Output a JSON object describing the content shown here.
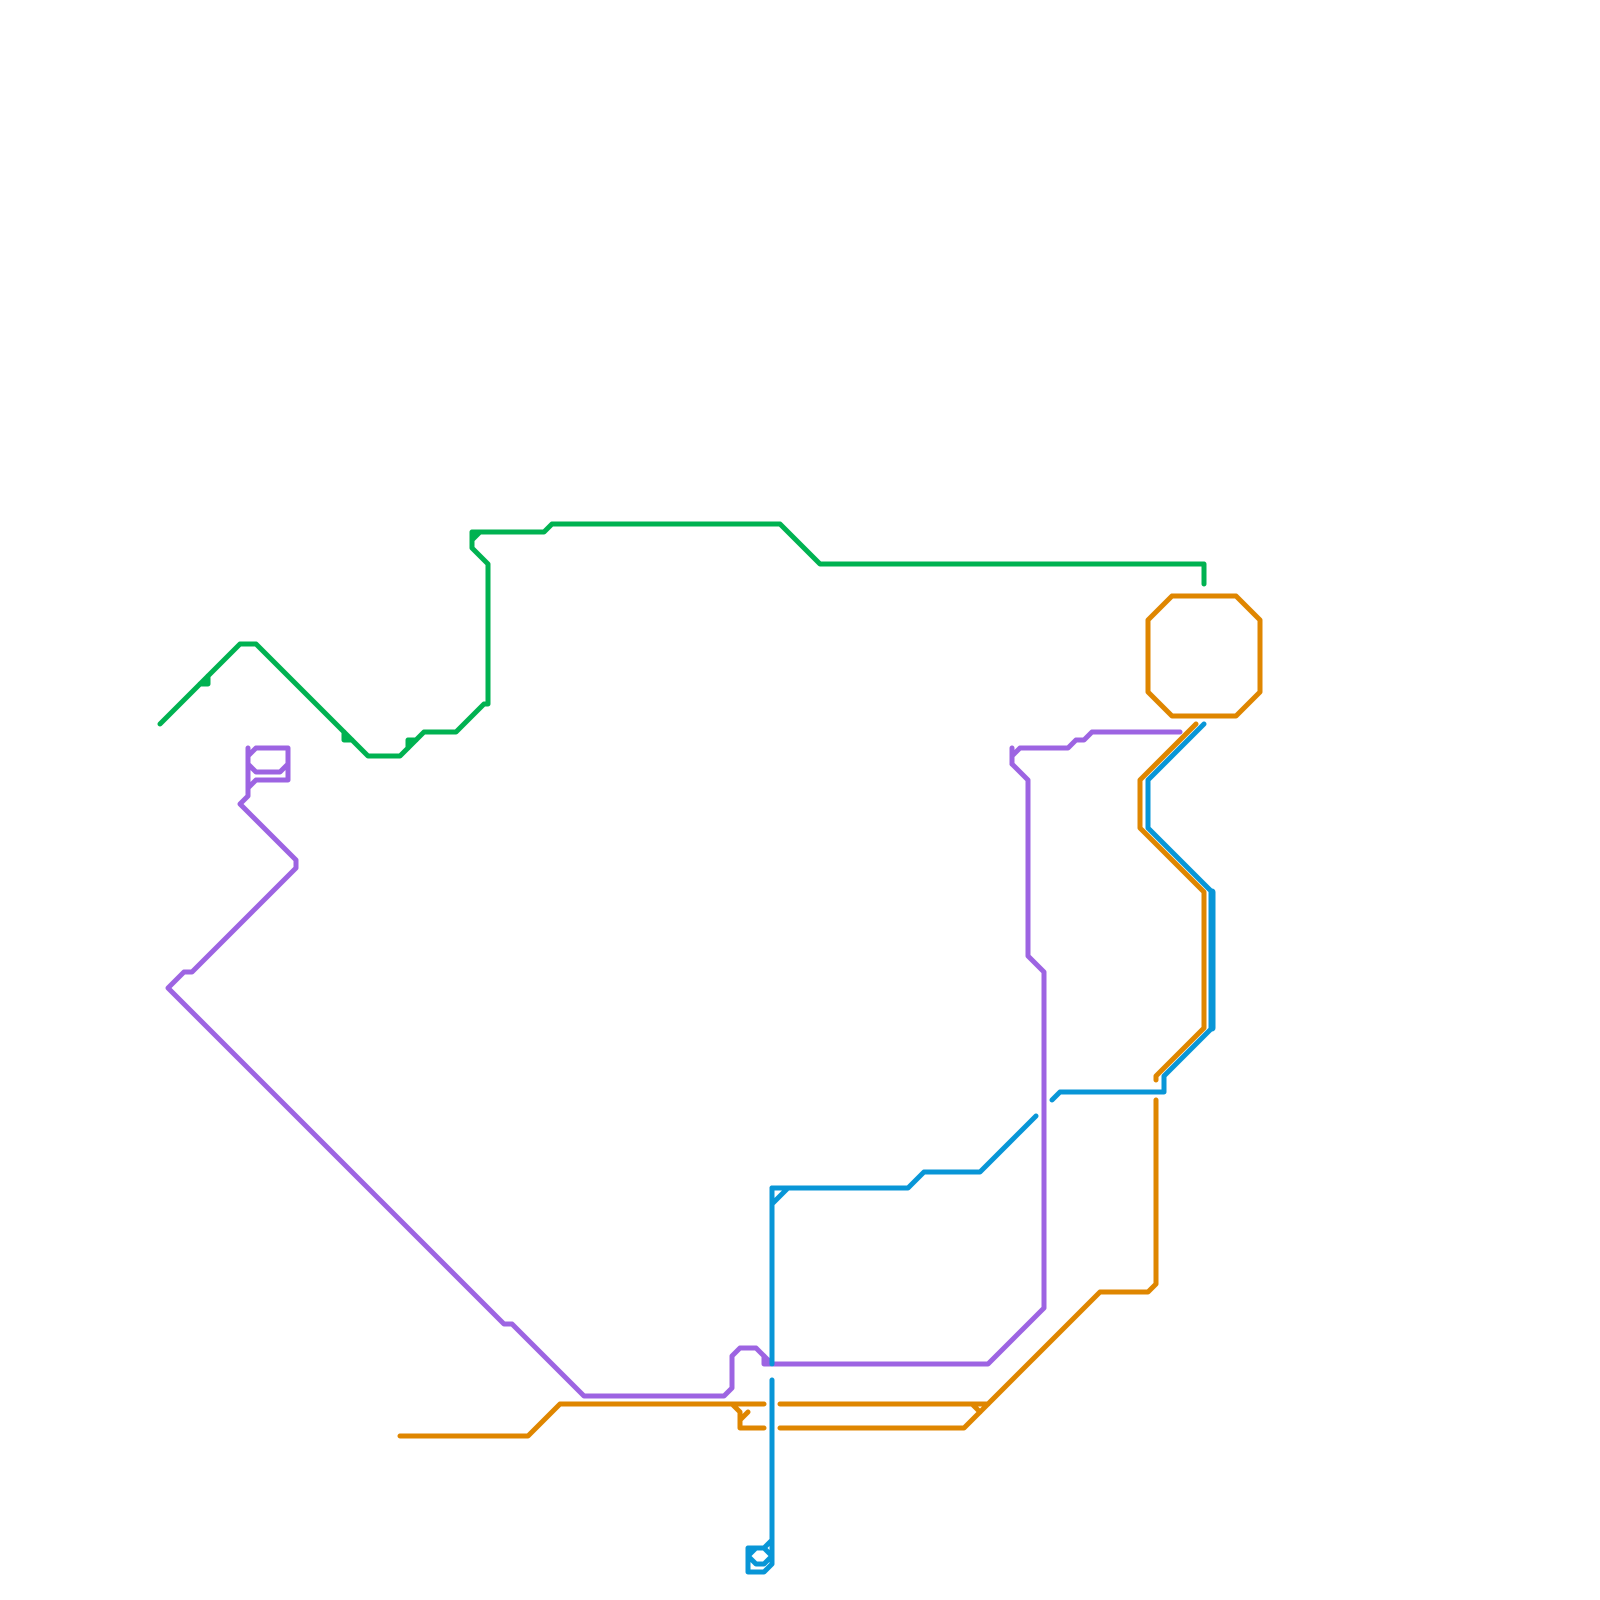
{
  "diagram": {
    "type": "transit-line-map",
    "lines": [
      {
        "id": "green",
        "color": "#00b251"
      },
      {
        "id": "purple",
        "color": "#9d64e2"
      },
      {
        "id": "orange",
        "color": "#df8600"
      },
      {
        "id": "blue",
        "color": "#0896d7"
      }
    ]
  }
}
